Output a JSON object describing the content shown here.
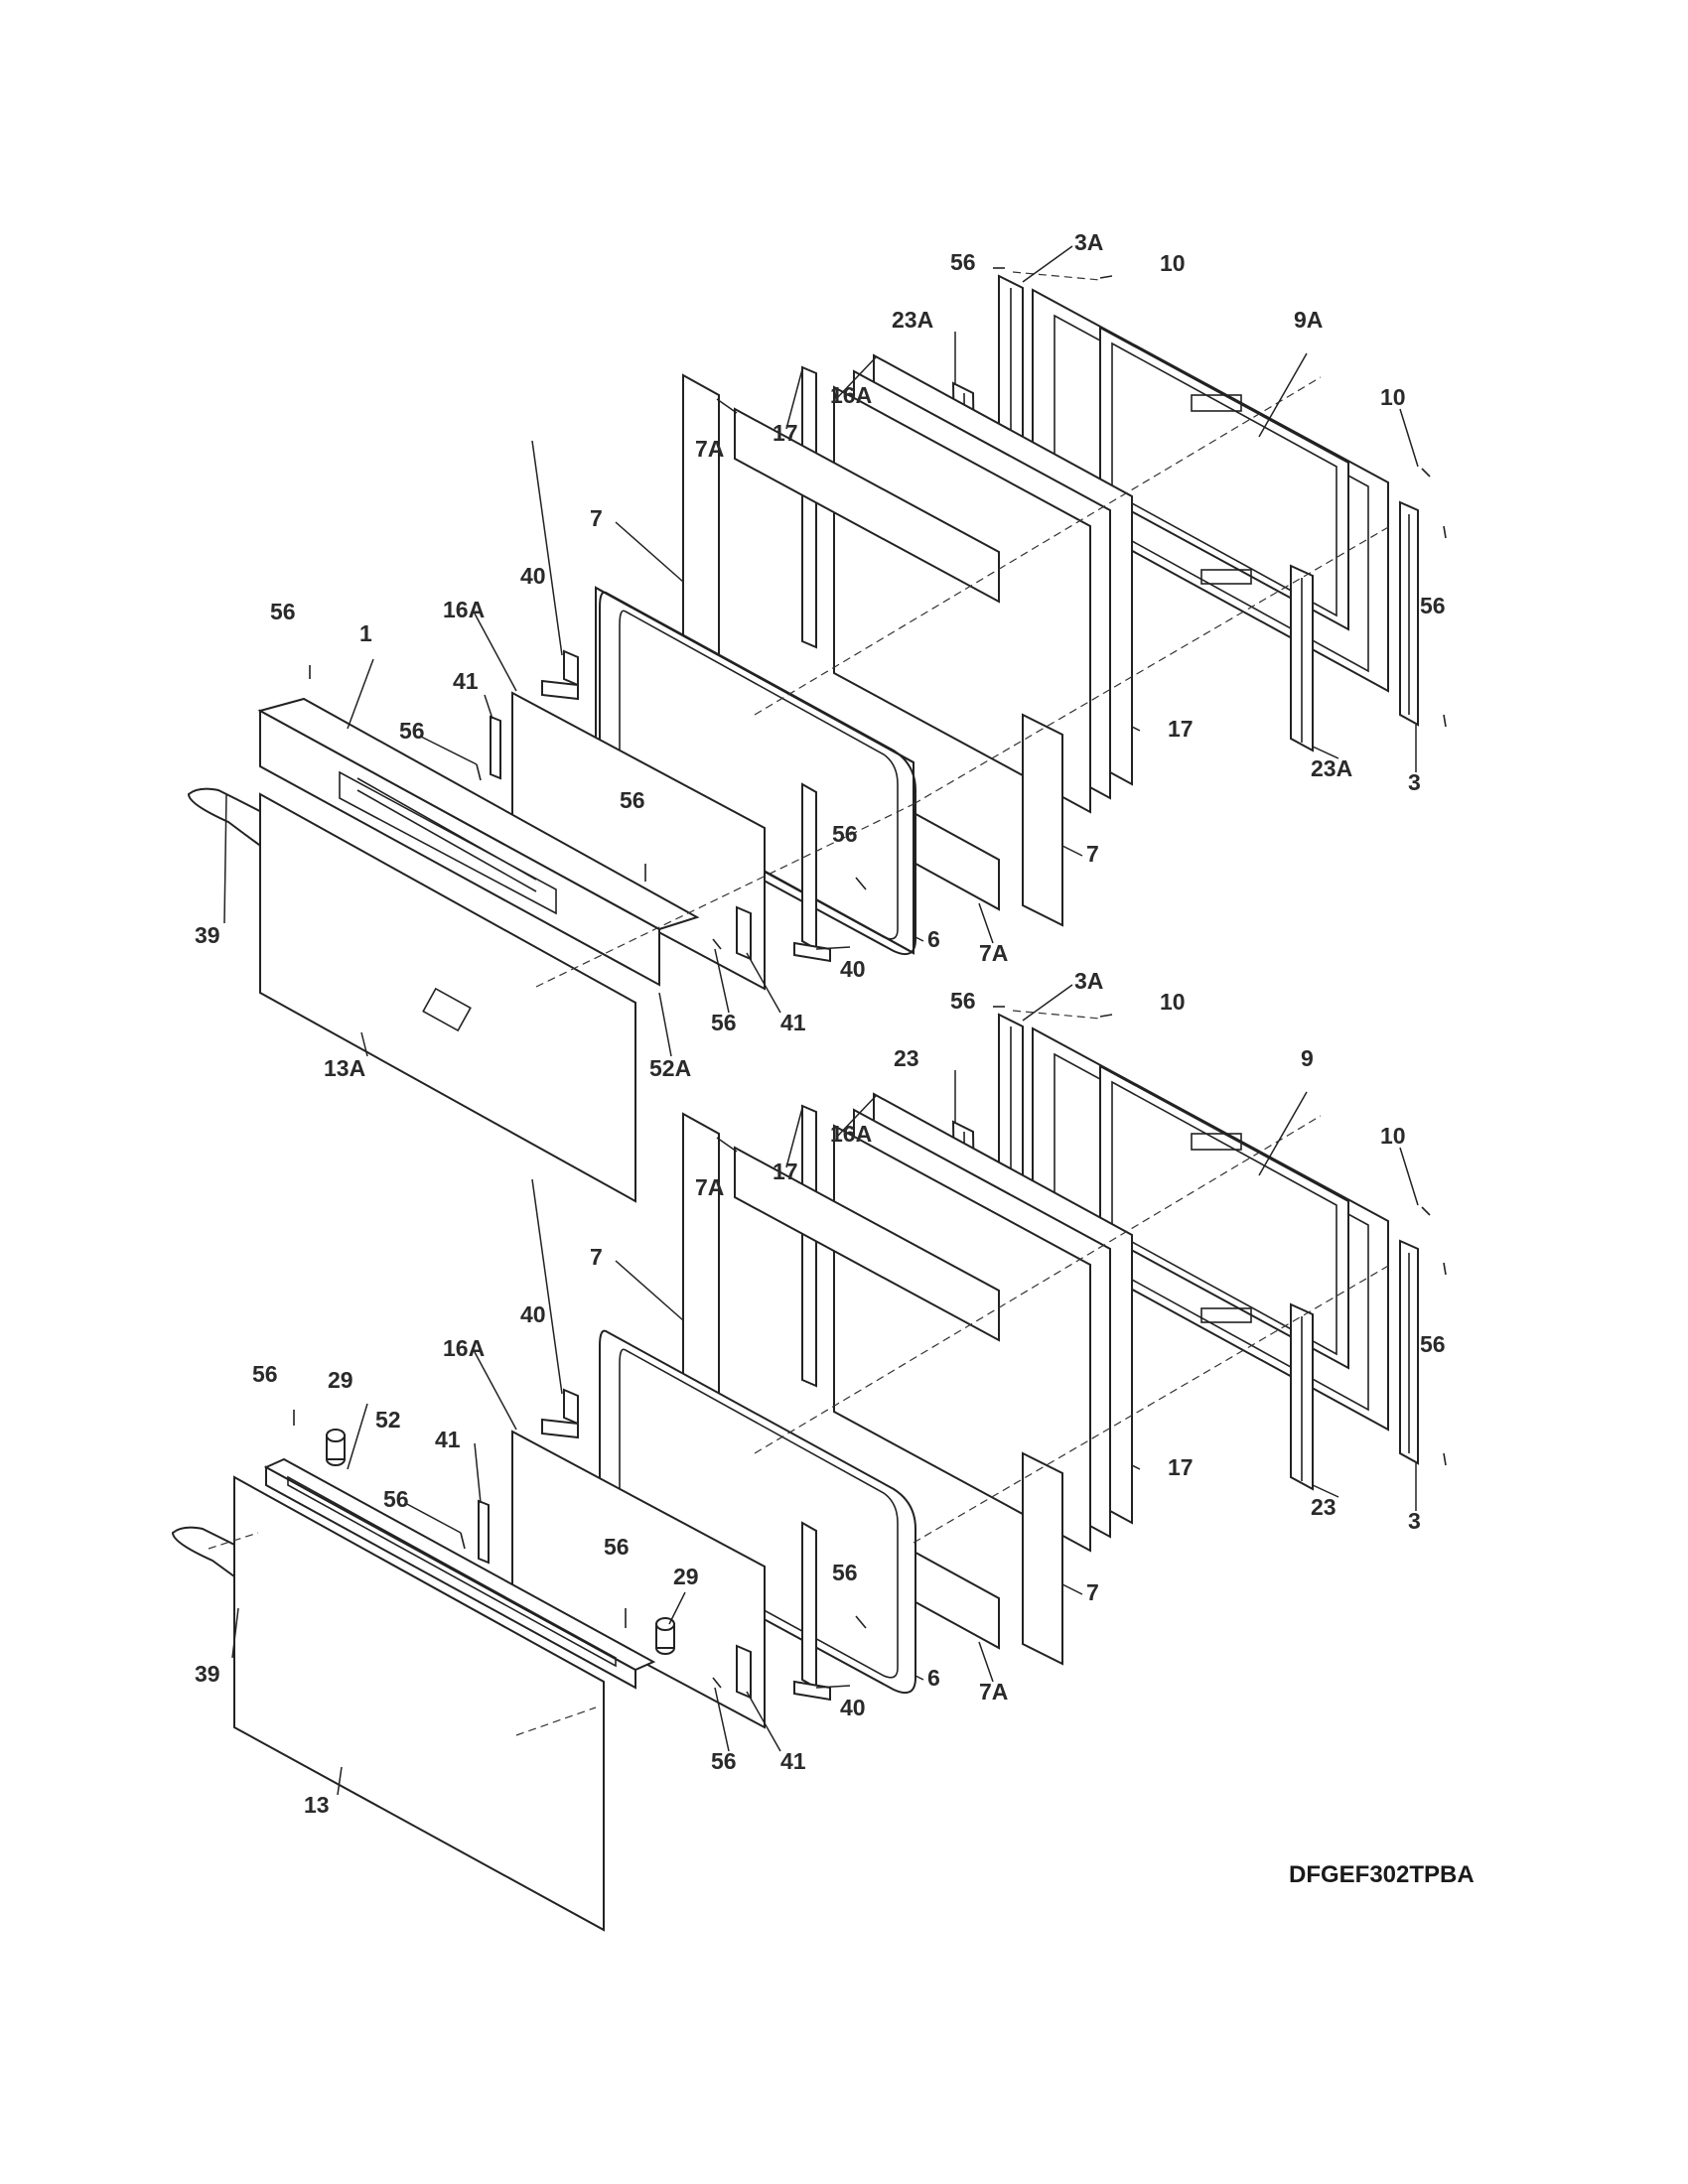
{
  "model_code": "DFGEF302TPBA",
  "callouts": {
    "upper": {
      "c56_top": "56",
      "c3a": "3A",
      "c10_top": "10",
      "c23a_top": "23A",
      "c9a": "9A",
      "c10_right": "10",
      "c16a_back": "16A",
      "c17_top": "17",
      "c7a_top": "7A",
      "c7_top": "7",
      "c40_top": "40",
      "c16a_front": "16A",
      "c1": "1",
      "c56_left": "56",
      "c41_top": "41",
      "c56_mid": "56",
      "c56_right": "56",
      "c17_right": "17",
      "c23a_bottom": "23A",
      "c3": "3",
      "c56_glass": "56",
      "c7_right": "7",
      "c39": "39",
      "c6": "6",
      "c7a_bottom": "7A",
      "c40_bottom": "40",
      "c56_bottom": "56",
      "c41_bottom": "41",
      "c52a": "52A",
      "c13a": "13A"
    },
    "lower": {
      "c56_top": "56",
      "c3a": "3A",
      "c10_top": "10",
      "c23_top": "23",
      "c9": "9",
      "c10_right": "10",
      "c16a_back": "16A",
      "c17_top": "17",
      "c7a_top": "7A",
      "c7_top": "7",
      "c40_top": "40",
      "c16a_front": "16A",
      "c56_left": "56",
      "c29_left": "29",
      "c52": "52",
      "c41_top": "41",
      "c56_mid": "56",
      "c56_right": "56",
      "c17_right": "17",
      "c23_bottom": "23",
      "c3": "3",
      "c56_glass": "56",
      "c29_right": "29",
      "c7_right": "7",
      "c39": "39",
      "c6": "6",
      "c7a_bottom": "7A",
      "c40_bottom": "40",
      "c56_bottom": "56",
      "c41_bottom": "41",
      "c13": "13"
    }
  }
}
